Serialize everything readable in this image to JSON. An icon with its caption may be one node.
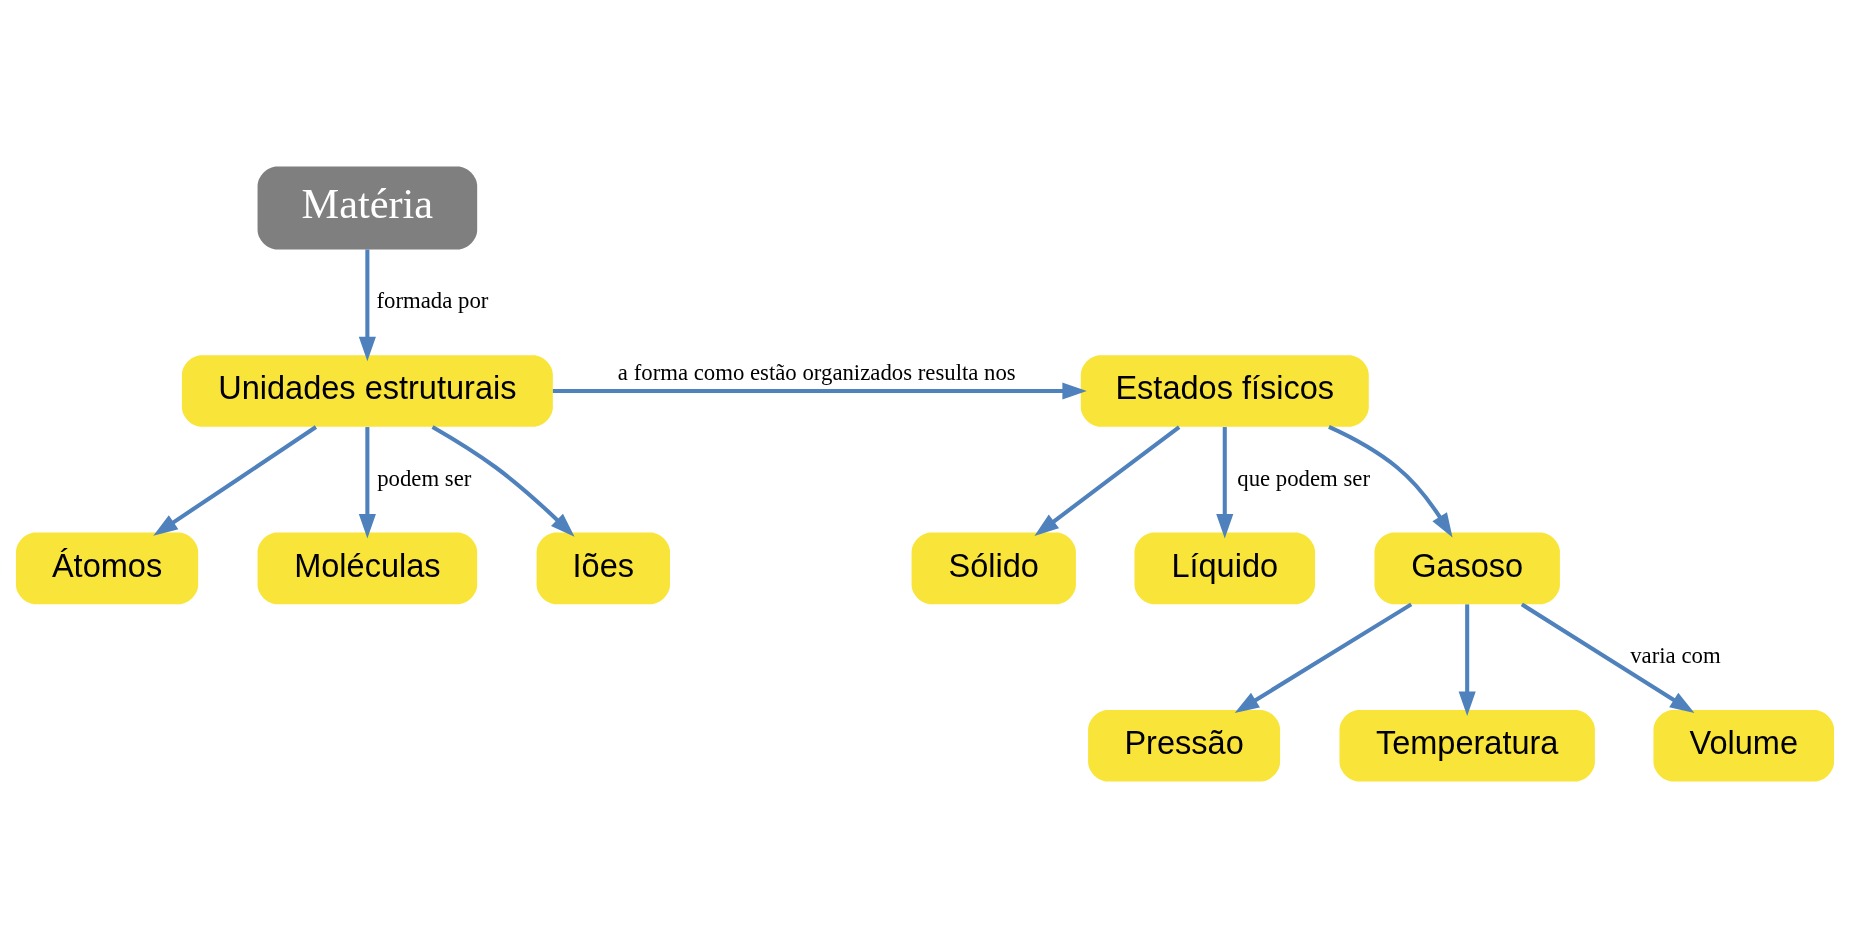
{
  "diagram": {
    "nodes": [
      {
        "text": [
          "Matéria"
        ]
      },
      {
        "text": [
          "Unidades estruturais"
        ]
      },
      {
        "text": [
          "Átomos"
        ]
      },
      {
        "text": [
          "Moléculas"
        ]
      },
      {
        "text": [
          "Iões"
        ]
      },
      {
        "text": [
          "Estados físicos"
        ]
      },
      {
        "text": [
          "Sólido"
        ]
      },
      {
        "text": [
          "Líquido"
        ]
      },
      {
        "text": [
          "Gasoso"
        ]
      },
      {
        "text": [
          "Pressão"
        ]
      },
      {
        "text": [
          "Temperatura"
        ]
      },
      {
        "text": [
          "Volume"
        ]
      }
    ],
    "edges": [
      {
        "from": 0,
        "to": 1,
        "arrow": "to",
        "label": "formada por"
      },
      {
        "from": 1,
        "to": 2,
        "arrow": "to"
      },
      {
        "from": 1,
        "to": 3,
        "arrow": "to",
        "label": "podem ser"
      },
      {
        "from": 1,
        "to": 4,
        "arrow": "to"
      },
      {
        "from": 1,
        "to": 5,
        "arrow": "to",
        "label": "a forma como estão organizados resulta nos"
      },
      {
        "from": 5,
        "to": 6,
        "arrow": "to"
      },
      {
        "from": 5,
        "to": 7,
        "arrow": "to",
        "label": "que podem ser"
      },
      {
        "from": 5,
        "to": 8,
        "arrow": "to"
      },
      {
        "from": 8,
        "to": 9,
        "arrow": "to"
      },
      {
        "from": 8,
        "to": 10,
        "arrow": "to"
      },
      {
        "from": 8,
        "to": 11,
        "arrow": "to",
        "label": "varia com"
      }
    ]
  }
}
